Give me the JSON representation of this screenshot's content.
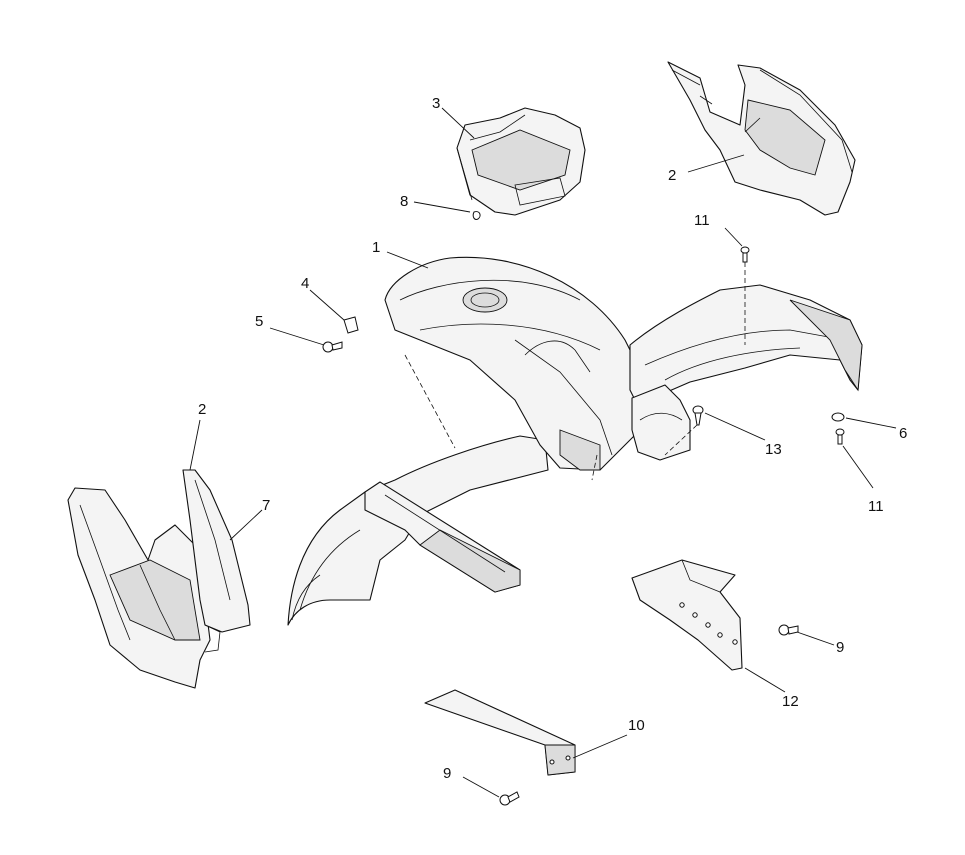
{
  "diagram": {
    "callouts": [
      {
        "id": "c1",
        "text": "1"
      },
      {
        "id": "c2a",
        "text": "2"
      },
      {
        "id": "c2b",
        "text": "2"
      },
      {
        "id": "c3",
        "text": "3"
      },
      {
        "id": "c4",
        "text": "4"
      },
      {
        "id": "c5",
        "text": "5"
      },
      {
        "id": "c6",
        "text": "6"
      },
      {
        "id": "c7",
        "text": "7"
      },
      {
        "id": "c8",
        "text": "8"
      },
      {
        "id": "c9a",
        "text": "9"
      },
      {
        "id": "c9b",
        "text": "9"
      },
      {
        "id": "c10",
        "text": "10"
      },
      {
        "id": "c11a",
        "text": "11"
      },
      {
        "id": "c11b",
        "text": "11"
      },
      {
        "id": "c12",
        "text": "12"
      },
      {
        "id": "c13",
        "text": "13"
      }
    ]
  }
}
